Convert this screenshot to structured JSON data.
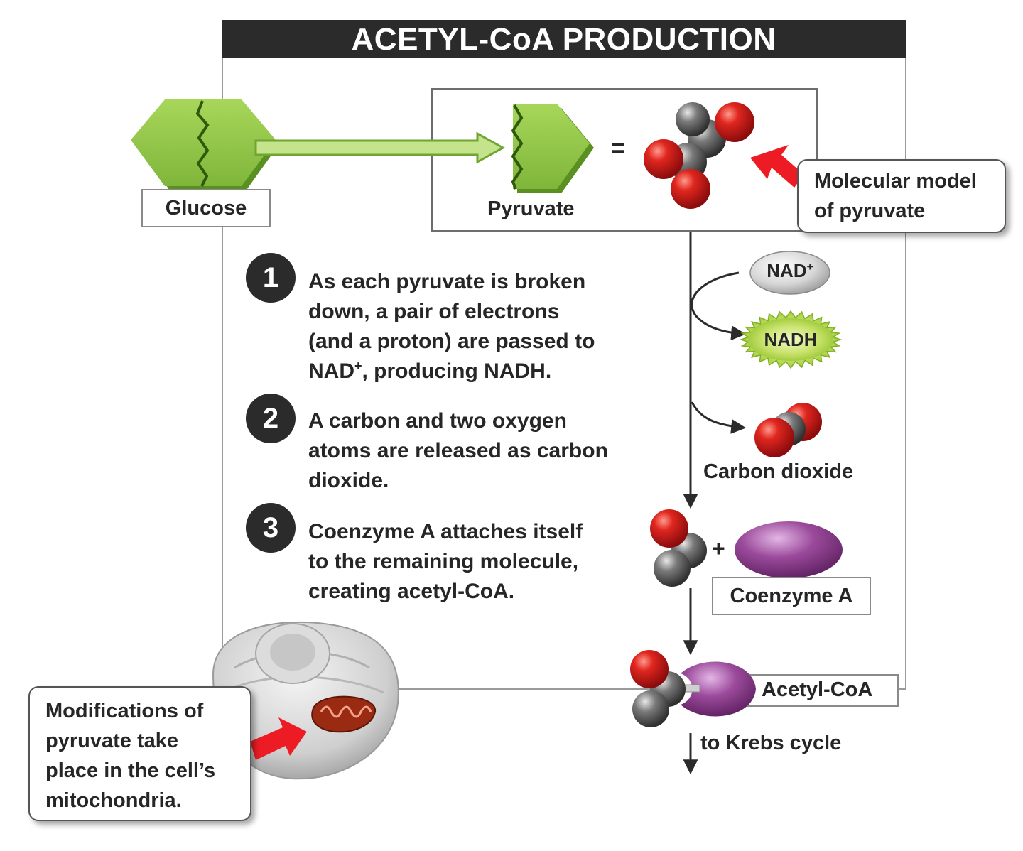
{
  "title": "ACETYL-CoA PRODUCTION",
  "labels": {
    "glucose": "Glucose",
    "pyruvate": "Pyruvate",
    "equals": "=",
    "carbon_dioxide": "Carbon dioxide",
    "coenzyme_a": "Coenzyme A",
    "acetyl_coa": "Acetyl-CoA",
    "to_krebs": "to Krebs cycle",
    "plus": "+"
  },
  "callouts": {
    "molecular_model_line1": "Molecular model",
    "molecular_model_line2": "of pyruvate",
    "mito_line1": "Modifications of",
    "mito_line2": "pyruvate take",
    "mito_line3": "place in the cell’s",
    "mito_line4": "mitochondria."
  },
  "nad": {
    "nad_base": "NAD",
    "nad_sup": "+",
    "nadh": "NADH"
  },
  "steps": [
    {
      "number": "1",
      "line1": "As each pyruvate is broken",
      "line2": "down, a pair of electrons",
      "line3": "(and a proton) are passed to",
      "line4_pre": "NAD",
      "line4_sup": "+",
      "line4_post": ", producing NADH."
    },
    {
      "number": "2",
      "line1": "A carbon and two oxygen",
      "line2": "atoms are released as carbon",
      "line3": "dioxide."
    },
    {
      "number": "3",
      "line1": "Coenzyme A attaches itself",
      "line2": "to the remaining molecule,",
      "line3": "creating acetyl-CoA."
    }
  ],
  "colors": {
    "title_bar": "#2b2b2b",
    "glucose_green": "#8cc63f",
    "oxygen_red": "#d7191c",
    "carbon_gray": "#6d6e71",
    "coenzyme_purple": "#8e3a8c",
    "nadh_glow": "#b7d94a",
    "arrow_red": "#ed1c24"
  }
}
